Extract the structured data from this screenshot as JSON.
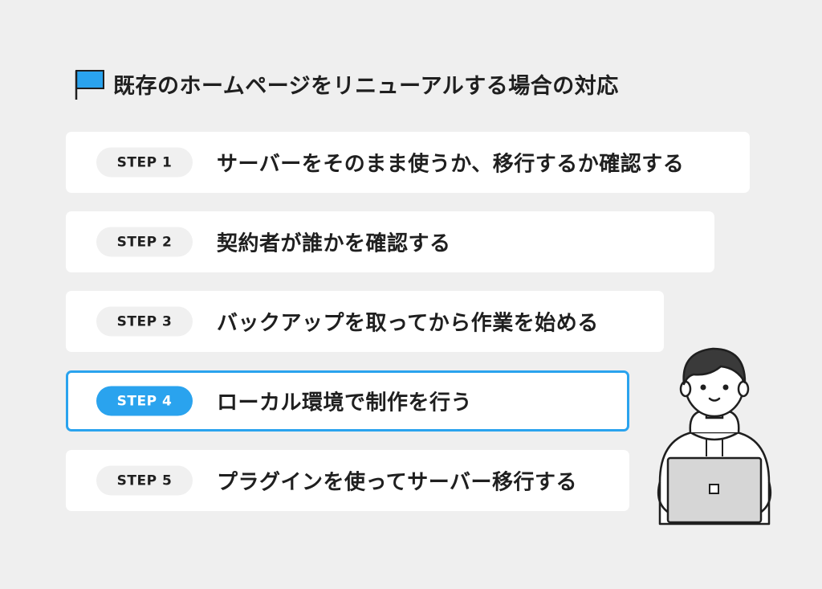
{
  "title": "既存のホームページをリニューアルする場合の対応",
  "colors": {
    "accent": "#2aa3ee",
    "background": "#efefef",
    "card": "#ffffff",
    "badge": "#f0f0f0",
    "text": "#1f1f1f"
  },
  "steps": [
    {
      "badge": "STEP 1",
      "text": "サーバーをそのまま使うか、移行するか確認する",
      "active": false
    },
    {
      "badge": "STEP 2",
      "text": "契約者が誰かを確認する",
      "active": false
    },
    {
      "badge": "STEP 3",
      "text": "バックアップを取ってから作業を始める",
      "active": false
    },
    {
      "badge": "STEP 4",
      "text": "ローカル環境で制作を行う",
      "active": true
    },
    {
      "badge": "STEP 5",
      "text": "プラグインを使ってサーバー移行する",
      "active": false
    }
  ],
  "icons": {
    "title_icon": "flag-icon",
    "illustration": "person-with-laptop-icon"
  }
}
